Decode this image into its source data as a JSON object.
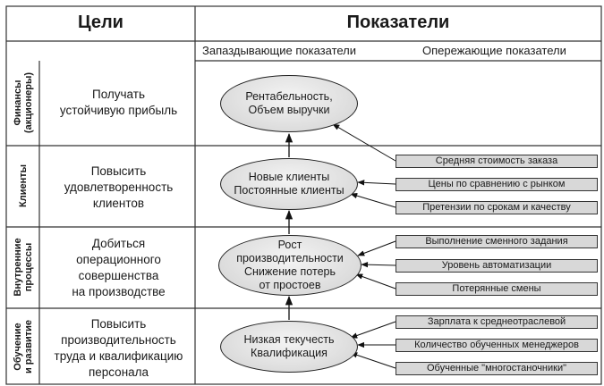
{
  "headers": {
    "goals": "Цели",
    "indicators": "Показатели"
  },
  "subheaders": {
    "lagging": "Запаздывающие показатели",
    "leading": "Опережающие показатели"
  },
  "rows": [
    {
      "perspective": [
        "Финансы",
        "(акционеры)"
      ],
      "goal": [
        "Получать",
        "устойчивую прибыль"
      ],
      "lagging": [
        "Рентабельность,",
        "Объем выручки"
      ],
      "leading": []
    },
    {
      "perspective": [
        "Клиенты"
      ],
      "goal": [
        "Повысить",
        "удовлетворенность",
        "клиентов"
      ],
      "lagging": [
        "Новые клиенты",
        "Постоянные клиенты"
      ],
      "leading": [
        "Средняя стоимость заказа",
        "Цены по сравнению с рынком",
        "Претензии по срокам и качеству"
      ]
    },
    {
      "perspective": [
        "Внутренние",
        "процессы"
      ],
      "goal": [
        "Добиться",
        "операционного",
        "совершенства",
        "на производстве"
      ],
      "lagging": [
        "Рост",
        "производительности",
        "Снижение потерь",
        "от простоев"
      ],
      "leading": [
        "Выполнение сменного задания",
        "Уровень автоматизации",
        "Потерянные смены"
      ]
    },
    {
      "perspective": [
        "Обучение",
        "и развитие"
      ],
      "goal": [
        "Повысить",
        "производительность",
        "труда и квалификацию",
        "персонала"
      ],
      "lagging": [
        "Низкая текучесть",
        "Квалификация"
      ],
      "leading": [
        "Зарплата к среднеотраслевой",
        "Количество обученных менеджеров",
        "Обученные \"многостаночники\""
      ]
    }
  ]
}
